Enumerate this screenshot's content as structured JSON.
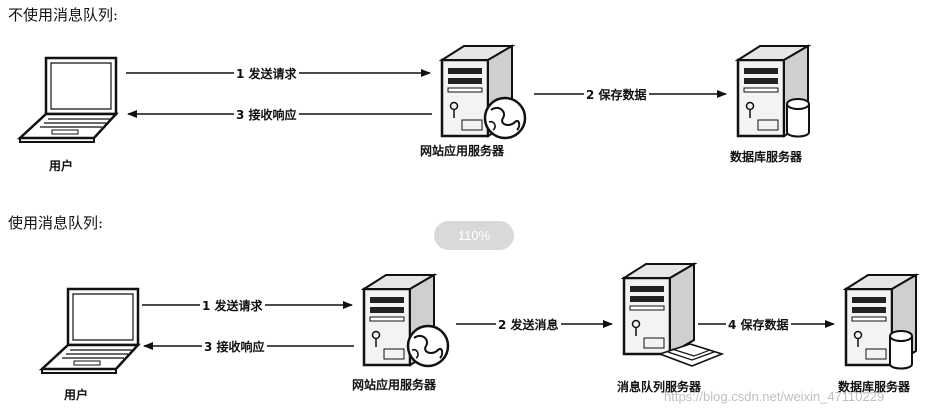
{
  "sections": {
    "without_queue_title": "不使用消息队列:",
    "with_queue_title": "使用消息队列:"
  },
  "diagram1": {
    "user_label": "用户",
    "web_server_label": "网站应用服务器",
    "db_server_label": "数据库服务器",
    "step1": "1 发送请求",
    "step2": "2 保存数据",
    "step3": "3 接收响应"
  },
  "diagram2": {
    "user_label": "用户",
    "web_server_label": "网站应用服务器",
    "mq_server_label": "消息队列服务器",
    "db_server_label": "数据库服务器",
    "step1": "1 发送请求",
    "step2": "2 发送消息",
    "step3": "3 接收响应",
    "step4": "4 保存数据"
  },
  "overlay": {
    "zoom_level": "110%",
    "watermark": "https://blog.csdn.net/weixin_47110229"
  },
  "colors": {
    "line": "#111111",
    "badge": "#d9d9d9"
  }
}
